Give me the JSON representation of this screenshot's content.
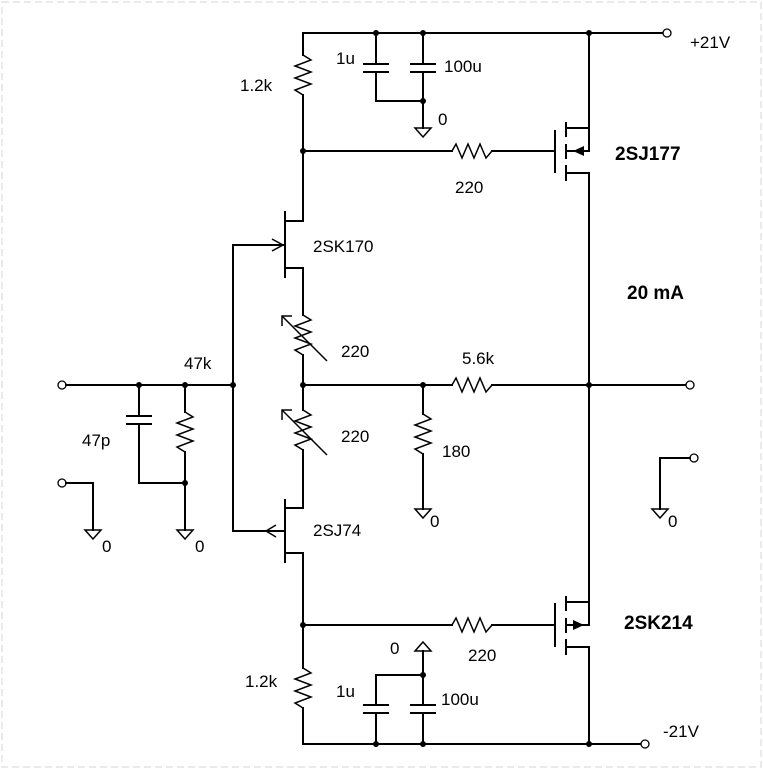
{
  "rails": {
    "positive": "+21V",
    "negative": "-21V"
  },
  "devices": {
    "top_mosfet": "2SJ177",
    "bottom_mosfet": "2SK214",
    "top_jfet": "2SK170",
    "bottom_jfet": "2SJ74"
  },
  "bias_current": "20 mA",
  "components": {
    "r_top_bias": "1.2k",
    "r_bottom_bias": "1.2k",
    "c_top_small": "1u",
    "c_top_big": "100u",
    "c_bot_small": "1u",
    "c_bot_big": "100u",
    "r_gate_top": "220",
    "r_gate_bottom": "220",
    "pot_top": "220",
    "pot_bottom": "220",
    "r_input": "47k",
    "c_input": "47p",
    "r_feedback": "5.6k",
    "r_shunt": "180"
  },
  "grounds": {
    "top_cap": "0",
    "bottom_cap": "0",
    "input_return": "0",
    "input_network": "0",
    "shunt": "0",
    "output_return": "0"
  }
}
